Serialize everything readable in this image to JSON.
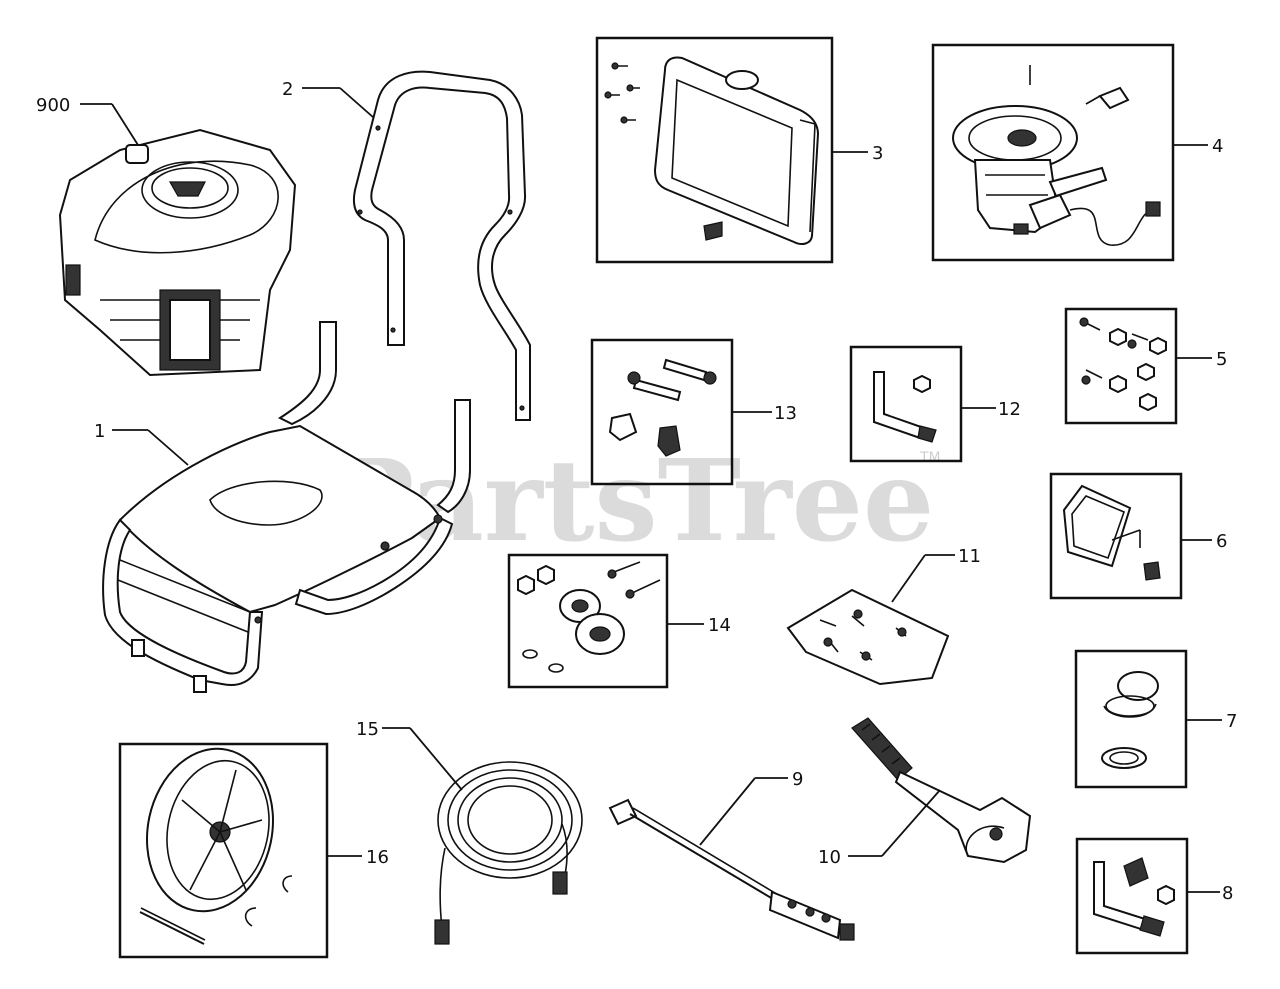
{
  "watermark": {
    "text": "PartsTree",
    "tm": "TM"
  },
  "callouts": {
    "p900": "900",
    "p1": "1",
    "p2": "2",
    "p3": "3",
    "p4": "4",
    "p5": "5",
    "p6": "6",
    "p7": "7",
    "p8": "8",
    "p9": "9",
    "p10": "10",
    "p11": "11",
    "p12": "12",
    "p13": "13",
    "p14": "14",
    "p15": "15",
    "p16": "16"
  }
}
